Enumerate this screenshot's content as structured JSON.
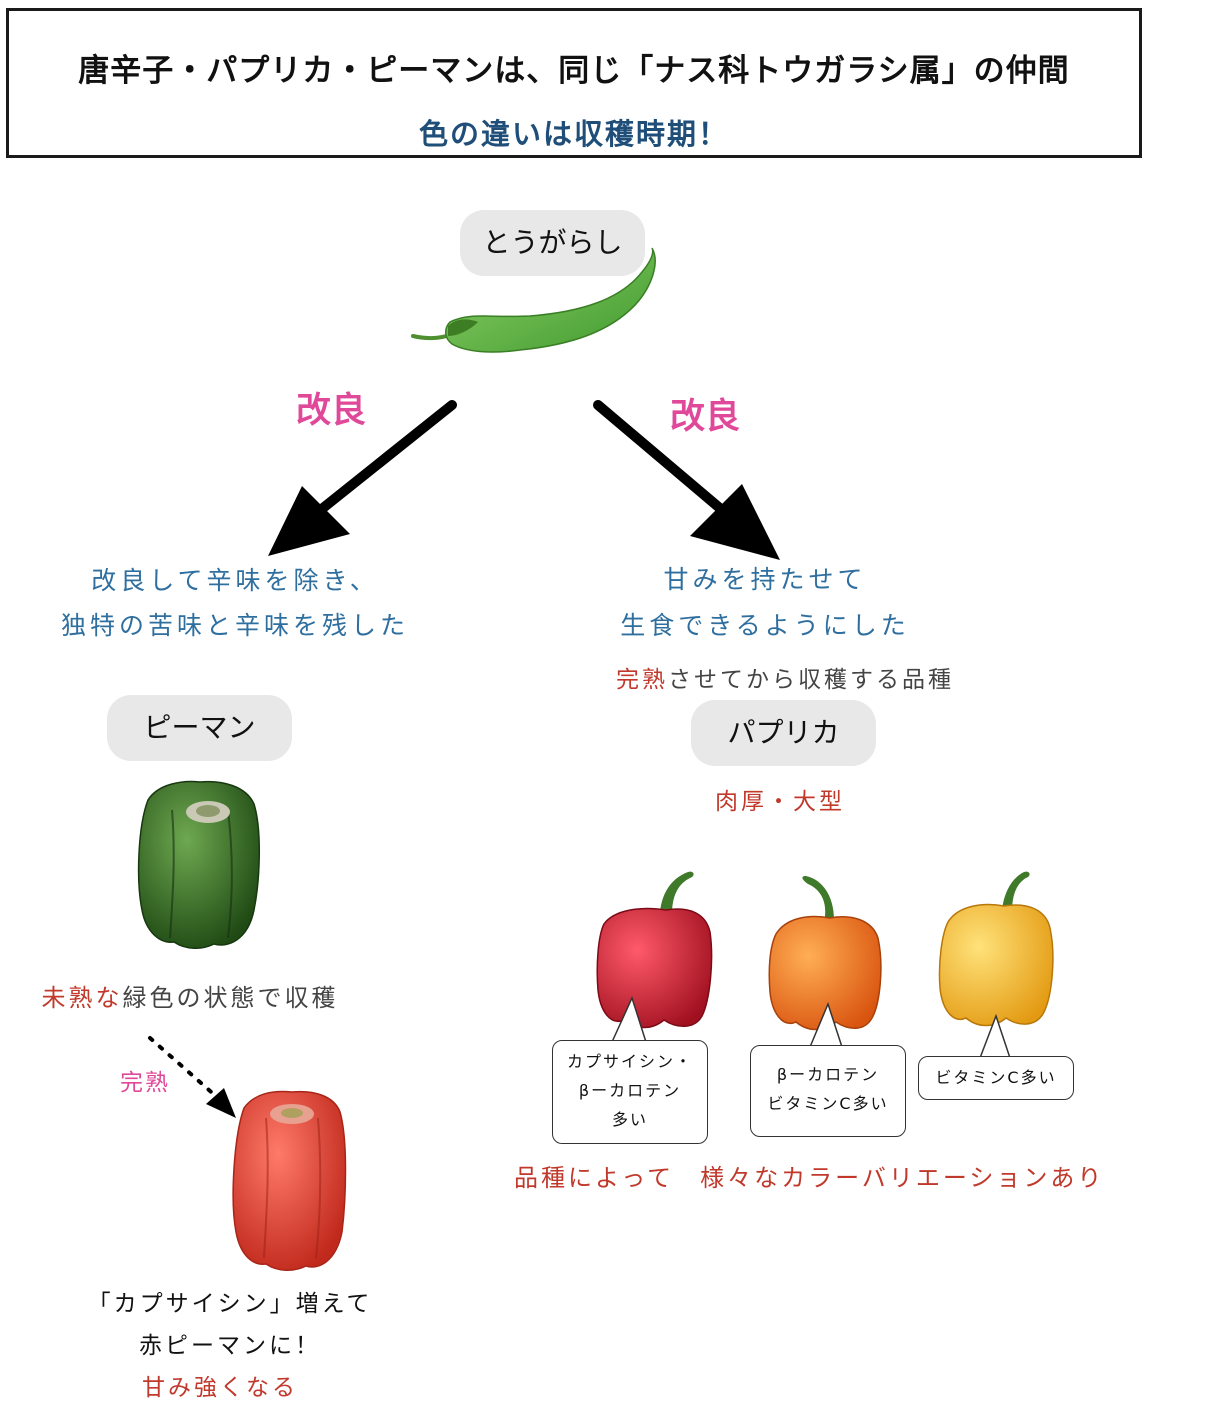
{
  "header": {
    "title": "唐辛子・パプリカ・ピーマンは、同じ「ナス科トウガラシ属」の仲間",
    "subtitle": "色の違いは収穫時期！"
  },
  "top": {
    "label": "とうがらし"
  },
  "arrows": {
    "left_label": "改良",
    "right_label": "改良"
  },
  "left": {
    "desc_line1": "改良して辛味を除き、",
    "desc_line2": "独特の苦味と辛味を残した",
    "name": "ピーマン",
    "harvest_highlight": "未熟な",
    "harvest_rest": "緑色の状態で収穫",
    "ripen_label": "完熟",
    "result_line1": "「カプサイシン」増えて",
    "result_line2": "赤ピーマンに！",
    "result_line3": "甘み強くなる"
  },
  "right": {
    "desc_line1": "甘みを持たせて",
    "desc_line2": "生食できるようにした",
    "harvest_highlight": "完熟",
    "harvest_rest": "させてから収穫する品種",
    "name": "パプリカ",
    "feature": "肉厚・大型",
    "callouts": [
      {
        "line1": "カプサイシン・",
        "line2": "βーカロテン",
        "line3": "多い"
      },
      {
        "line1": "βーカロテン",
        "line2": "ビタミンC多い"
      },
      {
        "line1": "ビタミンC多い"
      }
    ],
    "footer_part1": "品種によって",
    "footer_part2": "様々なカラーバリエーションあり"
  },
  "colors": {
    "accent_pink": "#e0489a",
    "accent_red": "#c0392b",
    "accent_blue": "#2f6f9f",
    "header_blue": "#1f4e79"
  }
}
